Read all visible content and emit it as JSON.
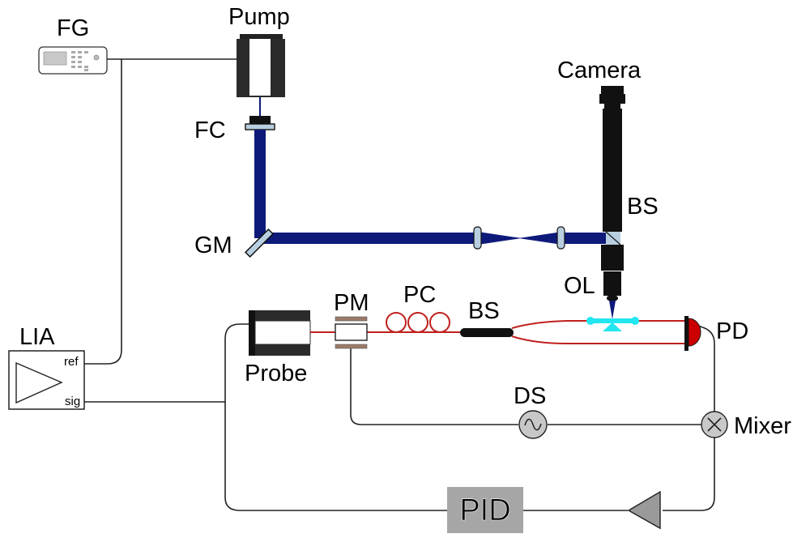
{
  "title": "Optical setup schematic",
  "labels": {
    "fg": "FG",
    "pump": "Pump",
    "fc": "FC",
    "camera": "Camera",
    "bs_top": "BS",
    "gm": "GM",
    "ol": "OL",
    "lia": "LIA",
    "lia_ref": "ref",
    "lia_sig": "sig",
    "probe": "Probe",
    "pm": "PM",
    "pc": "PC",
    "bs_fiber": "BS",
    "pd": "PD",
    "ds": "DS",
    "mixer": "Mixer",
    "pid": "PID"
  },
  "colors": {
    "pump_beam": "#0d1a7a",
    "probe_fiber": "#c0201e",
    "sample": "#22e6f0",
    "pd_body": "#cc0000",
    "component_dark": "#2b2b2b",
    "glass": "#b8cfe0",
    "pid_box": "#a6a6a6",
    "amp_triangle": "#9a9a9a",
    "source_fill": "#c8c8c8",
    "pm_plates": "#9c7a6a"
  }
}
